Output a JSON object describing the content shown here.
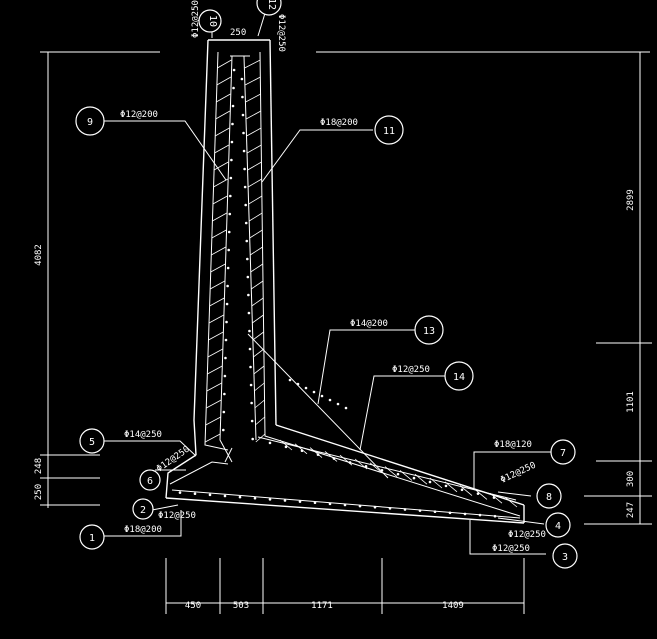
{
  "drawing": {
    "rebar_labels": {
      "r1": "Φ18@200",
      "r2": "Φ12@250",
      "r3": "Φ12@250",
      "r4": "Φ12@250",
      "r5": "Φ14@250",
      "r6": "Φ12@250",
      "r7": "Φ18@120",
      "r8": "Φ12@250",
      "r9": "Φ12@200",
      "r10": "Φ12@250",
      "r11": "Φ18@200",
      "r12": "Φ12@250",
      "r13": "Φ14@200",
      "r14": "Φ12@250"
    },
    "callouts": [
      "1",
      "2",
      "3",
      "4",
      "5",
      "6",
      "7",
      "8",
      "9",
      "10",
      "11",
      "12",
      "13",
      "14"
    ],
    "dimensions": {
      "top_width": "250",
      "left_total": "4082",
      "left_small_a": "248",
      "left_small_b": "250",
      "right_upper": "2899",
      "right_mid": "1101",
      "right_low_a": "300",
      "right_low_b": "247",
      "bottom_a": "450",
      "bottom_b": "503",
      "bottom_c": "1171",
      "bottom_d": "1409"
    }
  }
}
